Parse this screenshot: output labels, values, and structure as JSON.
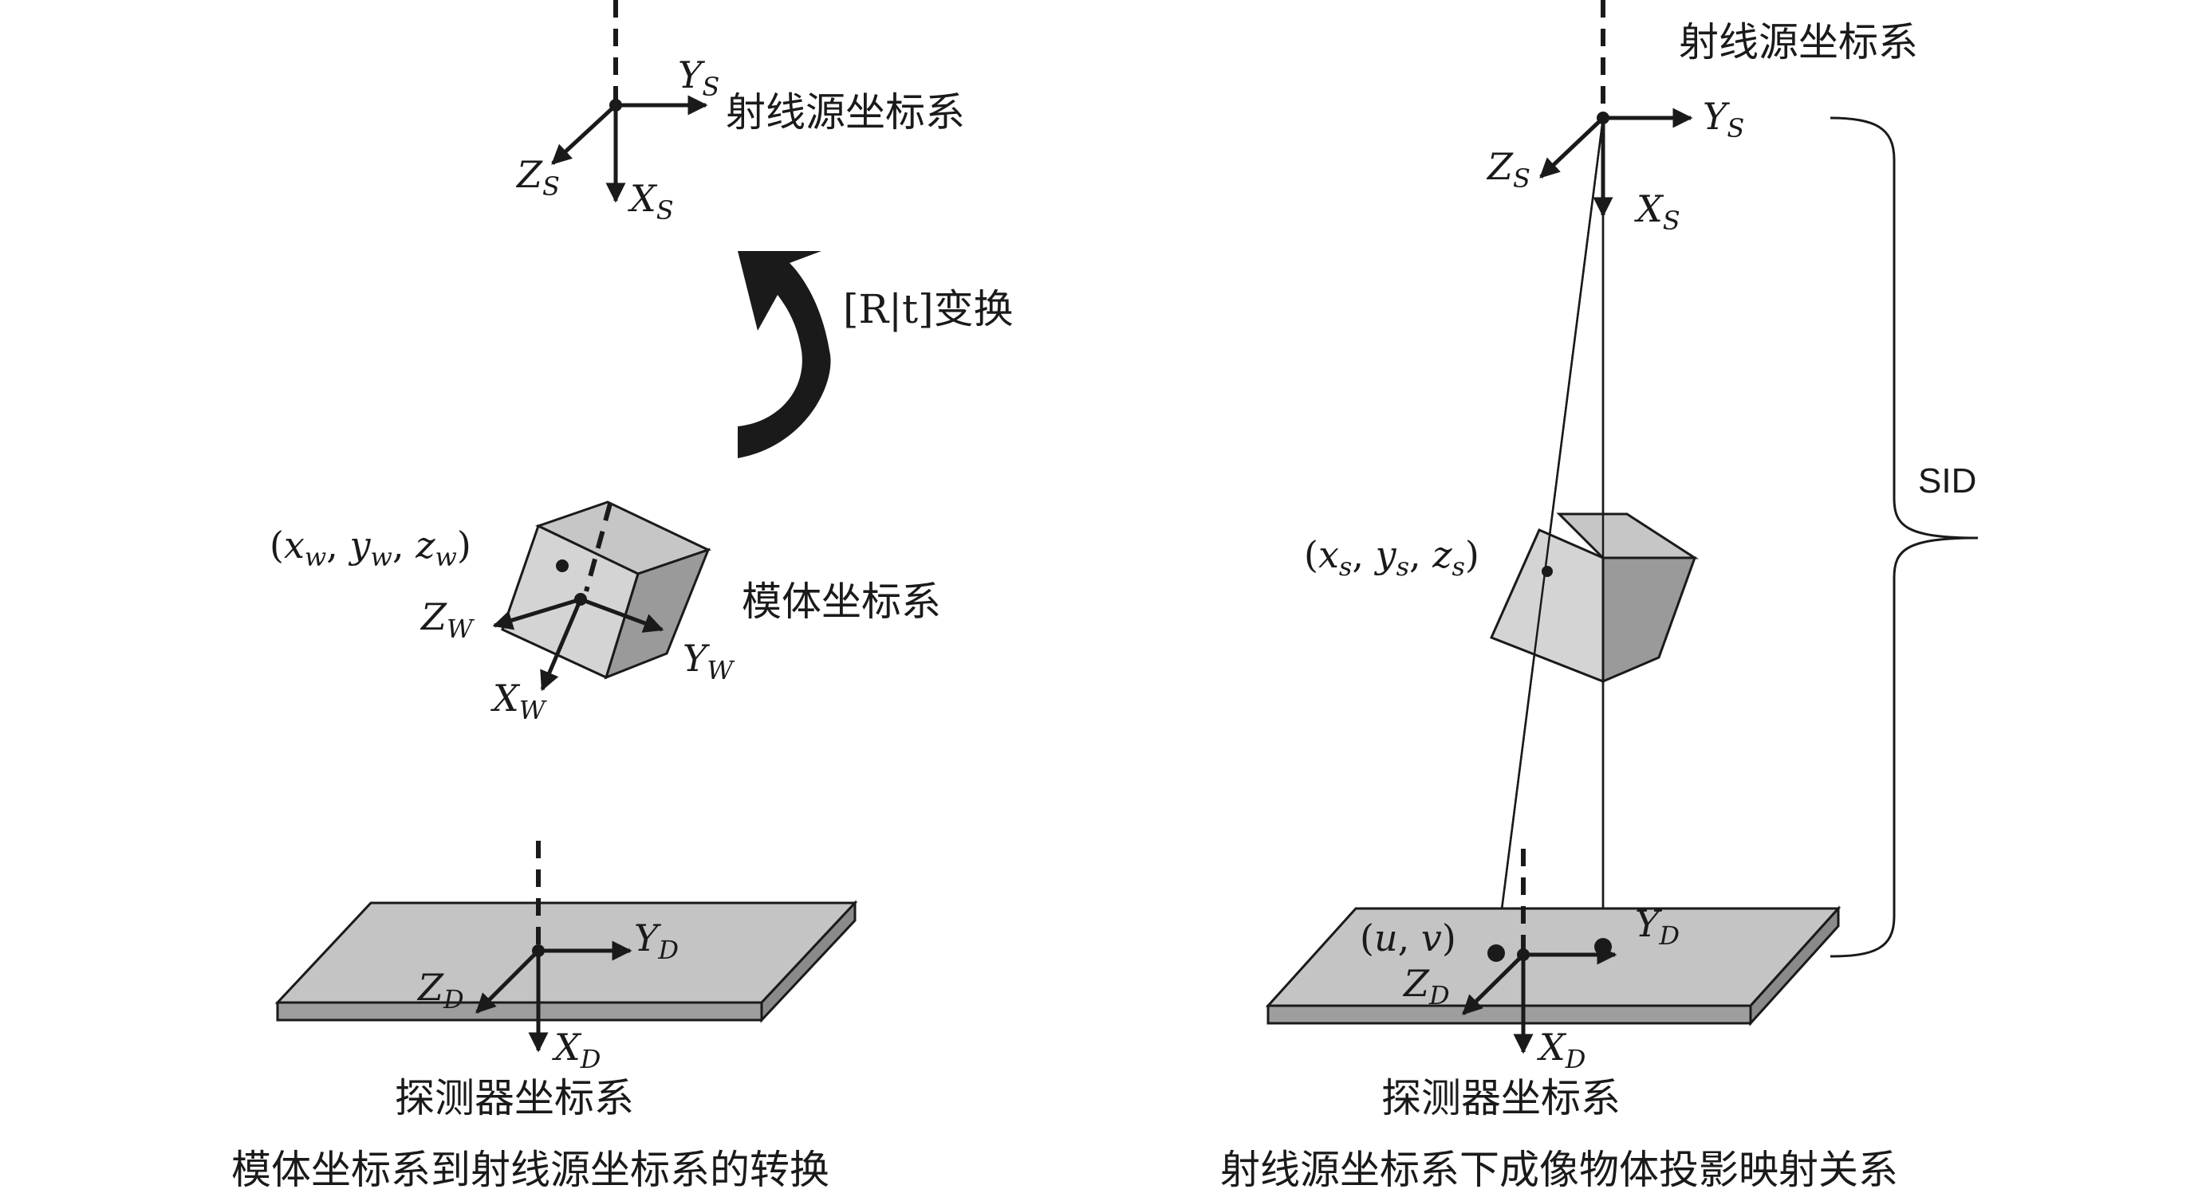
{
  "left": {
    "source_label": "射线源坐标系",
    "source_axes": {
      "y": "Y",
      "y_sub": "S",
      "z": "Z",
      "z_sub": "S",
      "x": "X",
      "x_sub": "S"
    },
    "transform_label": "[R|t]变换",
    "model_coord": "(x",
    "model_coord_parts": [
      "(",
      "x",
      "w",
      ", ",
      "y",
      "w",
      ", ",
      "z",
      "w",
      ")"
    ],
    "model_label": "模体坐标系",
    "model_axes": {
      "z": "Z",
      "z_sub": "W",
      "y": "Y",
      "y_sub": "W",
      "x": "X",
      "x_sub": "W"
    },
    "detector_axes": {
      "y": "Y",
      "y_sub": "D",
      "z": "Z",
      "z_sub": "D",
      "x": "X",
      "x_sub": "D"
    },
    "detector_label": "探测器坐标系",
    "caption": "模体坐标系到射线源坐标系的转换"
  },
  "right": {
    "source_label": "射线源坐标系",
    "source_axes": {
      "y": "Y",
      "y_sub": "S",
      "z": "Z",
      "z_sub": "S",
      "x": "X",
      "x_sub": "S"
    },
    "sid_label": "SID",
    "object_coord_parts": [
      "(",
      "x",
      "s",
      ", ",
      "y",
      "s",
      ", ",
      "z",
      "s",
      ")"
    ],
    "detector_point_parts": [
      "(",
      "u",
      ", ",
      "v",
      ")"
    ],
    "detector_axes": {
      "y": "Y",
      "y_sub": "D",
      "z": "Z",
      "z_sub": "D",
      "x": "X",
      "x_sub": "D"
    },
    "detector_label": "探测器坐标系",
    "caption": "射线源坐标系下成像物体投影映射关系"
  },
  "colors": {
    "ink": "#1a1a1a",
    "plate_top": "#c4c4c4",
    "plate_side": "#9e9e9e",
    "cube_face": "#d4d4d4",
    "cube_top": "#c6c6c6",
    "cube_side": "#9a9a9a"
  }
}
